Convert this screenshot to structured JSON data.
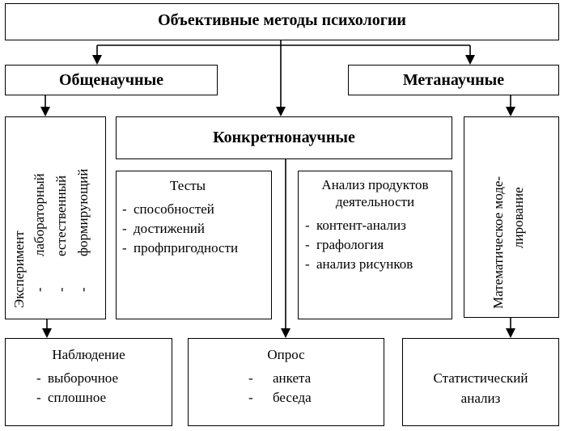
{
  "title": "Объективные методы психологии",
  "general": {
    "label": "Общенаучные",
    "experiment": "Эксперимент",
    "types": [
      "лабораторный",
      "естественный",
      "формирующий"
    ],
    "dashes": [
      "-",
      "-",
      "-"
    ]
  },
  "meta": {
    "label": "Метанаучные",
    "modeling_line1": "Математическое моде-",
    "modeling_line2": "лирование"
  },
  "concrete": {
    "label": "Конкретнонаучные",
    "tests": {
      "title": "Тесты",
      "items": [
        "способностей",
        "достижений",
        "профпригодности"
      ]
    },
    "products": {
      "title_line1": "Анализ продуктов",
      "title_line2": "деятельности",
      "items": [
        "контент-анализ",
        "графология",
        "анализ рисунков"
      ]
    }
  },
  "observation": {
    "title": "Наблюдение",
    "items": [
      "выборочное",
      "сплошное"
    ]
  },
  "survey": {
    "title": "Опрос",
    "items": [
      "анкета",
      "беседа"
    ]
  },
  "statistics": {
    "line1": "Статистический",
    "line2": "анализ"
  }
}
